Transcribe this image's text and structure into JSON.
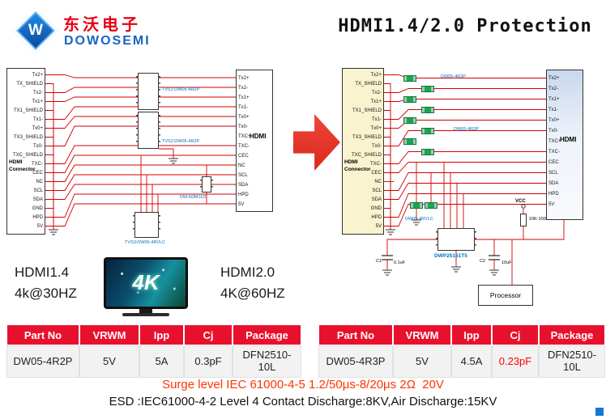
{
  "colors": {
    "brand_red": "#e60012",
    "brand_blue": "#1565c0",
    "table_header_red": "#e8112d",
    "wire_red": "#d40000",
    "label_blue": "#0070c0",
    "highlight_red": "#ff0000",
    "surge_red": "#ff3300",
    "connector_yellow": "#faf3cf",
    "arrow_red": "#d8281c"
  },
  "header": {
    "logo_letter": "W",
    "company_cn": "东沃电子",
    "company_en": "DOWOSEMI",
    "title": "HDMI1.4/2.0 Protection"
  },
  "left_schematic": {
    "connector_label_line1": "HDMI",
    "connector_label_line2": "Connector",
    "connector_pins": [
      "Tx2+",
      "TX_SHIELD",
      "Tx2-",
      "Tx1+",
      "TX1_SHIELD",
      "Tx1-",
      "Tx0+",
      "TX3_SHIELD",
      "Tx0-",
      "TXC_SHIELD",
      "TXC-",
      "CEC",
      "NC",
      "SCL",
      "SDA",
      "GND",
      "HPD",
      "5V"
    ],
    "hdmi_label": "HDMI",
    "hdmi_pins": [
      "Tx2+",
      "Tx2-",
      "Tx1+",
      "Tx1-",
      "Tx0+",
      "Tx0-",
      "TXC+",
      "TXC-",
      "CEC",
      "NC",
      "SCL",
      "SDA",
      "HPD",
      "5V"
    ],
    "tvs1_label": "TVS1:DW05-4R2P",
    "tvs2_label": "TVS2:DW05-4R2P",
    "tvs3_label": "TVS3:DW05-4RVLC",
    "diode_label": "DW-N3M11D"
  },
  "right_schematic": {
    "connector_label_line1": "HDMI",
    "connector_label_line2": "Connector",
    "connector_pins": [
      "Tx2+",
      "TX_SHIELD",
      "Tx2-",
      "Tx1+",
      "TX1_SHIELD",
      "Tx1-",
      "Tx0+",
      "TX3_SHIELD",
      "Tx0-",
      "TXC_SHIELD",
      "TXC-",
      "CEC",
      "NC",
      "SCL",
      "SDA",
      "GND",
      "HPD",
      "5V"
    ],
    "hdmi_label": "HDMI",
    "hdmi_pins": [
      "Tx2+",
      "Tx2-",
      "Tx1+",
      "Tx1-",
      "Tx0+",
      "Tx0-",
      "TXC+",
      "TXC-",
      "CEC",
      "SCL",
      "SDA",
      "HPD",
      "5V"
    ],
    "device1_label": "DW05-4R3P",
    "device2_label": "DW05-4R3P",
    "device3_label": "DW05-4RVLC",
    "device4_label": "DWP25151T5",
    "vcc_label": "VCC",
    "resistor_label": "10K-100K",
    "cap1_ref": "C1",
    "cap1_value": "0.1uF",
    "cap2_ref": "C2",
    "cap2_value": "10uF",
    "processor_label": "Processor"
  },
  "middle": {
    "left_title": "HDMI1.4",
    "left_subtitle": "4k@30HZ",
    "tv_label": "4K",
    "right_title": "HDMI2.0",
    "right_subtitle": "4K@60HZ"
  },
  "tables": [
    {
      "headers": [
        "Part No",
        "VRWM",
        "Ipp",
        "Cj",
        "Package"
      ],
      "row": [
        "DW05-4R2P",
        "5V",
        "5A",
        "0.3pF",
        "DFN2510-10L"
      ]
    },
    {
      "headers": [
        "Part No",
        "VRWM",
        "Ipp",
        "Cj",
        "Package"
      ],
      "row": [
        "DW05-4R3P",
        "5V",
        "4.5A",
        "0.23pF",
        "DFN2510-10L"
      ]
    }
  ],
  "footer": {
    "surge_line": "Surge level IEC 61000-4-5 1.2/50μs-8/20μs 2Ω  20V",
    "esd_line": "ESD :IEC61000-4-2 Level 4 Contact Discharge:8KV,Air Discharge:15KV"
  }
}
